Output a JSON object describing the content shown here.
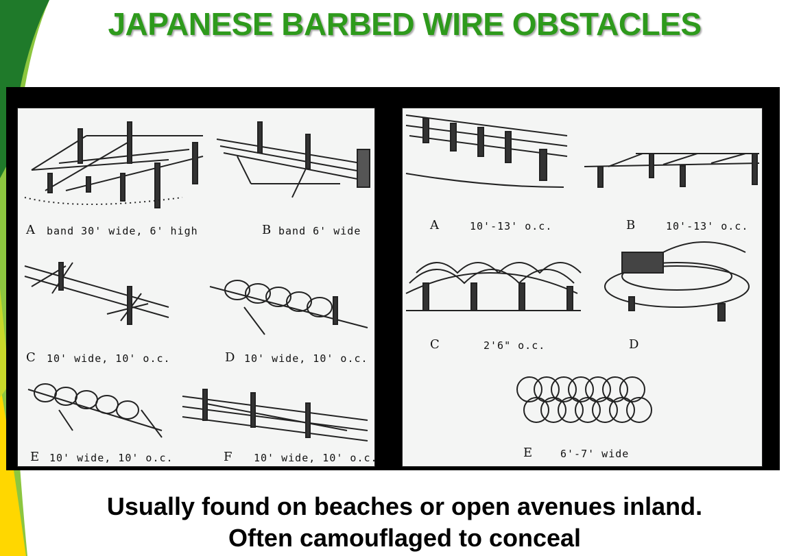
{
  "slide": {
    "title": "JAPANESE BARBED WIRE OBSTACLES",
    "caption_line1": "Usually found on beaches or open avenues inland.",
    "caption_line2": "Often camouflaged to conceal"
  },
  "left_panel": {
    "figures": [
      {
        "letter": "A",
        "label": "band 30' wide, 6' high"
      },
      {
        "letter": "B",
        "label": "band 6' wide"
      },
      {
        "letter": "C",
        "label": "10' wide, 10' o.c."
      },
      {
        "letter": "D",
        "label": "10' wide, 10' o.c."
      },
      {
        "letter": "E",
        "label": "10' wide, 10' o.c."
      },
      {
        "letter": "F",
        "label": "10' wide, 10' o.c."
      }
    ]
  },
  "right_panel": {
    "figures": [
      {
        "letter": "A",
        "label": "10'-13' o.c."
      },
      {
        "letter": "B",
        "label": "10'-13' o.c."
      },
      {
        "letter": "C",
        "label": "2'6\" o.c."
      },
      {
        "letter": "D",
        "label": ""
      },
      {
        "letter": "E",
        "label": "6'-7' wide"
      }
    ]
  },
  "colors": {
    "title_green": "#2e9a1c",
    "deco_dark_green": "#1f7a2a",
    "deco_light_green": "#8cc63f",
    "deco_yellow": "#ffd700"
  }
}
